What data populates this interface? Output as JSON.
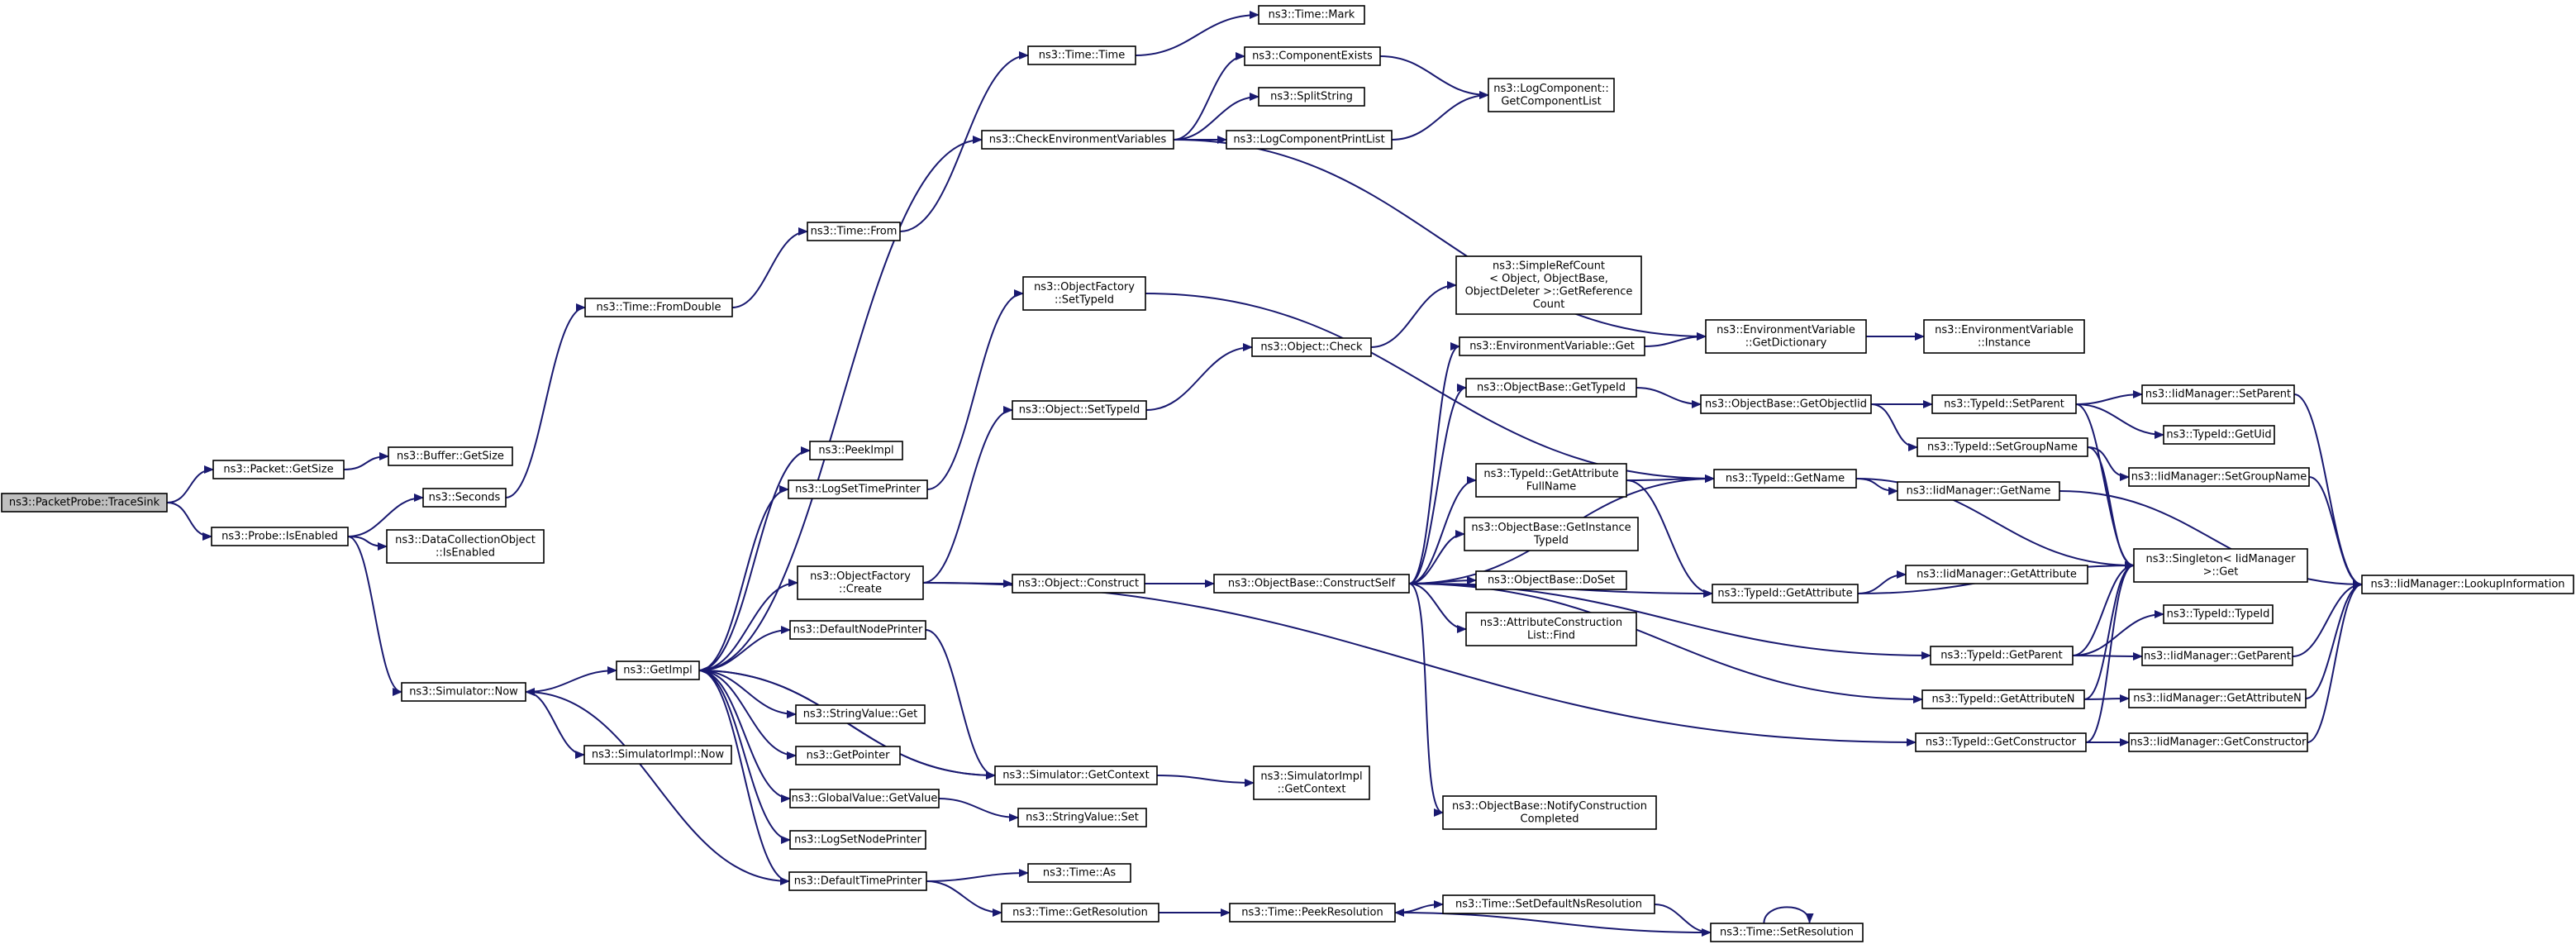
{
  "nodes": [
    {
      "id": "tracesink",
      "lines": [
        "ns3::PacketProbe::TraceSink"
      ],
      "root": true
    },
    {
      "id": "packet_getsize",
      "lines": [
        "ns3::Packet::GetSize"
      ]
    },
    {
      "id": "buffer_getsize",
      "lines": [
        "ns3::Buffer::GetSize"
      ]
    },
    {
      "id": "probe_isenabled",
      "lines": [
        "ns3::Probe::IsEnabled"
      ]
    },
    {
      "id": "seconds",
      "lines": [
        "ns3::Seconds"
      ]
    },
    {
      "id": "dco_isenabled",
      "lines": [
        "ns3::DataCollectionObject",
        "::IsEnabled"
      ]
    },
    {
      "id": "sim_now",
      "lines": [
        "ns3::Simulator::Now"
      ]
    },
    {
      "id": "simimpl_now",
      "lines": [
        "ns3::SimulatorImpl::Now"
      ]
    },
    {
      "id": "time_fromdouble",
      "lines": [
        "ns3::Time::FromDouble"
      ]
    },
    {
      "id": "time_from",
      "lines": [
        "ns3::Time::From"
      ]
    },
    {
      "id": "time_time",
      "lines": [
        "ns3::Time::Time"
      ]
    },
    {
      "id": "time_mark",
      "lines": [
        "ns3::Time::Mark"
      ]
    },
    {
      "id": "getimpl",
      "lines": [
        "ns3::GetImpl"
      ]
    },
    {
      "id": "peekimpl",
      "lines": [
        "ns3::PeekImpl"
      ]
    },
    {
      "id": "logsettimeprinter",
      "lines": [
        "ns3::LogSetTimePrinter"
      ]
    },
    {
      "id": "of_create",
      "lines": [
        "ns3::ObjectFactory",
        "::Create"
      ]
    },
    {
      "id": "defaultnodeprinter",
      "lines": [
        "ns3::DefaultNodePrinter"
      ]
    },
    {
      "id": "stringvalue_get",
      "lines": [
        "ns3::StringValue::Get"
      ]
    },
    {
      "id": "getpointer",
      "lines": [
        "ns3::GetPointer"
      ]
    },
    {
      "id": "globalvalue_getvalue",
      "lines": [
        "ns3::GlobalValue::GetValue"
      ]
    },
    {
      "id": "logsetnodeprinter",
      "lines": [
        "ns3::LogSetNodePrinter"
      ]
    },
    {
      "id": "defaulttimeprinter",
      "lines": [
        "ns3::DefaultTimePrinter"
      ]
    },
    {
      "id": "checkenv",
      "lines": [
        "ns3::CheckEnvironmentVariables"
      ]
    },
    {
      "id": "of_settypeid",
      "lines": [
        "ns3::ObjectFactory",
        "::SetTypeId"
      ]
    },
    {
      "id": "object_settypeid",
      "lines": [
        "ns3::Object::SetTypeId"
      ]
    },
    {
      "id": "object_construct",
      "lines": [
        "ns3::Object::Construct"
      ]
    },
    {
      "id": "sim_getcontext",
      "lines": [
        "ns3::Simulator::GetContext"
      ]
    },
    {
      "id": "stringvalue_set",
      "lines": [
        "ns3::StringValue::Set"
      ]
    },
    {
      "id": "time_as",
      "lines": [
        "ns3::Time::As"
      ]
    },
    {
      "id": "time_getresolution",
      "lines": [
        "ns3::Time::GetResolution"
      ]
    },
    {
      "id": "componentexists",
      "lines": [
        "ns3::ComponentExists"
      ]
    },
    {
      "id": "splitstring",
      "lines": [
        "ns3::SplitString"
      ]
    },
    {
      "id": "logcomponentprintlist",
      "lines": [
        "ns3::LogComponentPrintList"
      ]
    },
    {
      "id": "object_check",
      "lines": [
        "ns3::Object::Check"
      ]
    },
    {
      "id": "ob_constructself",
      "lines": [
        "ns3::ObjectBase::ConstructSelf"
      ]
    },
    {
      "id": "simimpl_getcontext",
      "lines": [
        "ns3::SimulatorImpl",
        "::GetContext"
      ]
    },
    {
      "id": "time_peekresolution",
      "lines": [
        "ns3::Time::PeekResolution"
      ]
    },
    {
      "id": "logcomponent_getlist",
      "lines": [
        "ns3::LogComponent::",
        "GetComponentList"
      ]
    },
    {
      "id": "simplerefcount",
      "lines": [
        "ns3::SimpleRefCount",
        "< Object, ObjectBase,",
        "ObjectDeleter >::GetReference",
        "Count"
      ]
    },
    {
      "id": "envvar_get",
      "lines": [
        "ns3::EnvironmentVariable::Get"
      ]
    },
    {
      "id": "ob_gettypeid",
      "lines": [
        "ns3::ObjectBase::GetTypeId"
      ]
    },
    {
      "id": "typeid_getattributefullname",
      "lines": [
        "ns3::TypeId::GetAttribute",
        "FullName"
      ]
    },
    {
      "id": "ob_getinstancetypeid",
      "lines": [
        "ns3::ObjectBase::GetInstance",
        "TypeId"
      ]
    },
    {
      "id": "ob_doset",
      "lines": [
        "ns3::ObjectBase::DoSet"
      ]
    },
    {
      "id": "attrconstructionlist_find",
      "lines": [
        "ns3::AttributeConstruction",
        "List::Find"
      ]
    },
    {
      "id": "ob_notifyconstructioncompleted",
      "lines": [
        "ns3::ObjectBase::NotifyConstruction",
        "Completed"
      ]
    },
    {
      "id": "time_setdefaultnsresolution",
      "lines": [
        "ns3::Time::SetDefaultNsResolution"
      ]
    },
    {
      "id": "envvar_getdictionary",
      "lines": [
        "ns3::EnvironmentVariable",
        "::GetDictionary"
      ]
    },
    {
      "id": "ob_getobjectiid",
      "lines": [
        "ns3::ObjectBase::GetObjectIid"
      ]
    },
    {
      "id": "typeid_getname",
      "lines": [
        "ns3::TypeId::GetName"
      ]
    },
    {
      "id": "typeid_getattribute",
      "lines": [
        "ns3::TypeId::GetAttribute"
      ]
    },
    {
      "id": "time_setresolution",
      "lines": [
        "ns3::Time::SetResolution"
      ]
    },
    {
      "id": "envvar_instance",
      "lines": [
        "ns3::EnvironmentVariable",
        "::Instance"
      ]
    },
    {
      "id": "typeid_setparent",
      "lines": [
        "ns3::TypeId::SetParent"
      ]
    },
    {
      "id": "typeid_setgroupname",
      "lines": [
        "ns3::TypeId::SetGroupName"
      ]
    },
    {
      "id": "iidmanager_getname",
      "lines": [
        "ns3::IidManager::GetName"
      ]
    },
    {
      "id": "iidmanager_getattribute",
      "lines": [
        "ns3::IidManager::GetAttribute"
      ]
    },
    {
      "id": "typeid_getparent",
      "lines": [
        "ns3::TypeId::GetParent"
      ]
    },
    {
      "id": "typeid_getattributen",
      "lines": [
        "ns3::TypeId::GetAttributeN"
      ]
    },
    {
      "id": "typeid_getconstructor",
      "lines": [
        "ns3::TypeId::GetConstructor"
      ]
    },
    {
      "id": "iidmanager_setparent",
      "lines": [
        "ns3::IidManager::SetParent"
      ]
    },
    {
      "id": "typeid_getuid",
      "lines": [
        "ns3::TypeId::GetUid"
      ]
    },
    {
      "id": "iidmanager_setgroupname",
      "lines": [
        "ns3::IidManager::SetGroupName"
      ]
    },
    {
      "id": "singleton_get",
      "lines": [
        "ns3::Singleton< IidManager",
        " >::Get"
      ]
    },
    {
      "id": "typeid_typeid",
      "lines": [
        "ns3::TypeId::TypeId"
      ]
    },
    {
      "id": "iidmanager_getparent",
      "lines": [
        "ns3::IidManager::GetParent"
      ]
    },
    {
      "id": "iidmanager_getattributen",
      "lines": [
        "ns3::IidManager::GetAttributeN"
      ]
    },
    {
      "id": "iidmanager_getconstructor",
      "lines": [
        "ns3::IidManager::GetConstructor"
      ]
    },
    {
      "id": "iidmanager_lookupinformation",
      "lines": [
        "ns3::IidManager::LookupInformation"
      ]
    }
  ],
  "edges": [
    [
      "tracesink",
      "packet_getsize"
    ],
    [
      "tracesink",
      "probe_isenabled"
    ],
    [
      "packet_getsize",
      "buffer_getsize"
    ],
    [
      "probe_isenabled",
      "seconds"
    ],
    [
      "probe_isenabled",
      "dco_isenabled"
    ],
    [
      "probe_isenabled",
      "sim_now"
    ],
    [
      "seconds",
      "time_fromdouble"
    ],
    [
      "time_fromdouble",
      "time_from"
    ],
    [
      "time_from",
      "time_time"
    ],
    [
      "time_time",
      "time_mark"
    ],
    [
      "sim_now",
      "getimpl"
    ],
    [
      "sim_now",
      "simimpl_now"
    ],
    [
      "getimpl",
      "peekimpl"
    ],
    [
      "getimpl",
      "logsettimeprinter"
    ],
    [
      "getimpl",
      "checkenv"
    ],
    [
      "getimpl",
      "of_create"
    ],
    [
      "getimpl",
      "defaultnodeprinter"
    ],
    [
      "getimpl",
      "stringvalue_get"
    ],
    [
      "getimpl",
      "getpointer"
    ],
    [
      "getimpl",
      "globalvalue_getvalue"
    ],
    [
      "getimpl",
      "logsetnodeprinter"
    ],
    [
      "getimpl",
      "defaulttimeprinter"
    ],
    [
      "getimpl",
      "sim_getcontext"
    ],
    [
      "defaultnodeprinter",
      "sim_getcontext"
    ],
    [
      "sim_getcontext",
      "getimpl"
    ],
    [
      "sim_getcontext",
      "simimpl_getcontext"
    ],
    [
      "defaulttimeprinter",
      "sim_now"
    ],
    [
      "defaulttimeprinter",
      "time_as"
    ],
    [
      "defaulttimeprinter",
      "time_getresolution"
    ],
    [
      "globalvalue_getvalue",
      "stringvalue_set"
    ],
    [
      "logsettimeprinter",
      "of_settypeid"
    ],
    [
      "of_create",
      "object_settypeid"
    ],
    [
      "of_create",
      "object_construct"
    ],
    [
      "of_create",
      "typeid_getconstructor"
    ],
    [
      "of_settypeid",
      "typeid_getname"
    ],
    [
      "object_settypeid",
      "object_check"
    ],
    [
      "object_check",
      "simplerefcount"
    ],
    [
      "object_construct",
      "ob_constructself"
    ],
    [
      "checkenv",
      "componentexists"
    ],
    [
      "checkenv",
      "splitstring"
    ],
    [
      "checkenv",
      "logcomponentprintlist"
    ],
    [
      "checkenv",
      "envvar_getdictionary"
    ],
    [
      "componentexists",
      "logcomponent_getlist"
    ],
    [
      "logcomponentprintlist",
      "logcomponent_getlist"
    ],
    [
      "ob_constructself",
      "envvar_get"
    ],
    [
      "ob_constructself",
      "ob_gettypeid"
    ],
    [
      "ob_constructself",
      "typeid_getname"
    ],
    [
      "ob_constructself",
      "typeid_getattributefullname"
    ],
    [
      "ob_constructself",
      "ob_getinstancetypeid"
    ],
    [
      "ob_constructself",
      "ob_doset"
    ],
    [
      "ob_constructself",
      "attrconstructionlist_find"
    ],
    [
      "ob_constructself",
      "typeid_getattribute"
    ],
    [
      "ob_constructself",
      "typeid_getparent"
    ],
    [
      "ob_constructself",
      "typeid_getattributen"
    ],
    [
      "ob_constructself",
      "ob_notifyconstructioncompleted"
    ],
    [
      "envvar_get",
      "envvar_getdictionary"
    ],
    [
      "envvar_getdictionary",
      "envvar_instance"
    ],
    [
      "ob_gettypeid",
      "ob_getobjectiid"
    ],
    [
      "ob_getobjectiid",
      "typeid_setparent"
    ],
    [
      "ob_getobjectiid",
      "typeid_setgroupname"
    ],
    [
      "typeid_getattributefullname",
      "typeid_getname"
    ],
    [
      "typeid_getattributefullname",
      "typeid_getattribute"
    ],
    [
      "typeid_getname",
      "iidmanager_getname"
    ],
    [
      "typeid_getname",
      "singleton_get"
    ],
    [
      "typeid_getattribute",
      "iidmanager_getattribute"
    ],
    [
      "typeid_getattribute",
      "singleton_get"
    ],
    [
      "typeid_setparent",
      "iidmanager_setparent"
    ],
    [
      "typeid_setparent",
      "typeid_getuid"
    ],
    [
      "typeid_setparent",
      "singleton_get"
    ],
    [
      "typeid_setgroupname",
      "iidmanager_setgroupname"
    ],
    [
      "typeid_setgroupname",
      "singleton_get"
    ],
    [
      "typeid_getparent",
      "typeid_typeid"
    ],
    [
      "typeid_getparent",
      "iidmanager_getparent"
    ],
    [
      "typeid_getparent",
      "singleton_get"
    ],
    [
      "typeid_getattributen",
      "iidmanager_getattributen"
    ],
    [
      "typeid_getattributen",
      "singleton_get"
    ],
    [
      "typeid_getconstructor",
      "iidmanager_getconstructor"
    ],
    [
      "typeid_getconstructor",
      "singleton_get"
    ],
    [
      "iidmanager_getname",
      "iidmanager_lookupinformation"
    ],
    [
      "iidmanager_setparent",
      "iidmanager_lookupinformation"
    ],
    [
      "iidmanager_setgroupname",
      "iidmanager_lookupinformation"
    ],
    [
      "iidmanager_getparent",
      "iidmanager_lookupinformation"
    ],
    [
      "iidmanager_getattributen",
      "iidmanager_lookupinformation"
    ],
    [
      "iidmanager_getconstructor",
      "iidmanager_lookupinformation"
    ],
    [
      "time_getresolution",
      "time_peekresolution"
    ],
    [
      "time_peekresolution",
      "time_setdefaultnsresolution"
    ],
    [
      "time_setdefaultnsresolution",
      "time_setresolution"
    ],
    [
      "time_setresolution",
      "time_peekresolution"
    ],
    [
      "time_setresolution",
      "time_setresolution"
    ]
  ]
}
